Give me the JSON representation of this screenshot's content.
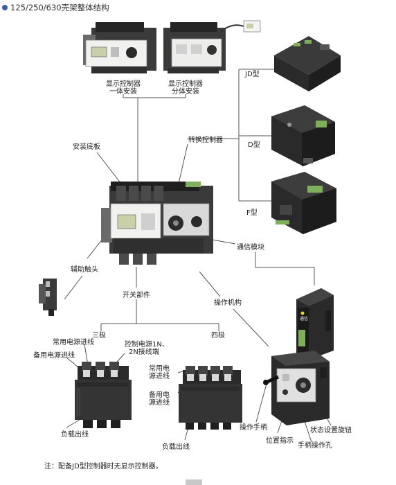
{
  "title": "125/250/630壳架整体结构",
  "colors": {
    "bullet": "#3a5ea8"
  },
  "labels": {
    "display_integrated_1": "显示控制器",
    "display_integrated_2": "一体安装",
    "display_separate_1": "显示控制器",
    "display_separate_2": "分体安装",
    "jd_type": "JD型",
    "d_type": "D型",
    "f_type": "F型",
    "base_plate": "安装底板",
    "controller": "转换控制器",
    "comm_module": "通信模块",
    "aux_contact": "辅助触头",
    "switch_part": "开关部件",
    "operating_mech": "操作机构",
    "three_pole": "三极",
    "four_pole": "四极",
    "normal_in": "常用电源进线",
    "backup_in": "备用电源进线",
    "ctrl_power_1": "控制电源1N、",
    "ctrl_power_2": "2N接线端",
    "normal_in_4p_1": "常用电",
    "normal_in_4p_2": "源进线",
    "backup_in_4p_1": "备用电",
    "backup_in_4p_2": "源进线",
    "load_out": "负载出线",
    "load_out_4p": "负载出线",
    "handle": "操作手柄",
    "pos_indicator": "位置指示",
    "state_knob": "状态设置旋钮",
    "handle_hole": "手柄操作孔",
    "comm_device": "通信"
  },
  "note": "注：配备JD型控制器时无显示控制器。"
}
